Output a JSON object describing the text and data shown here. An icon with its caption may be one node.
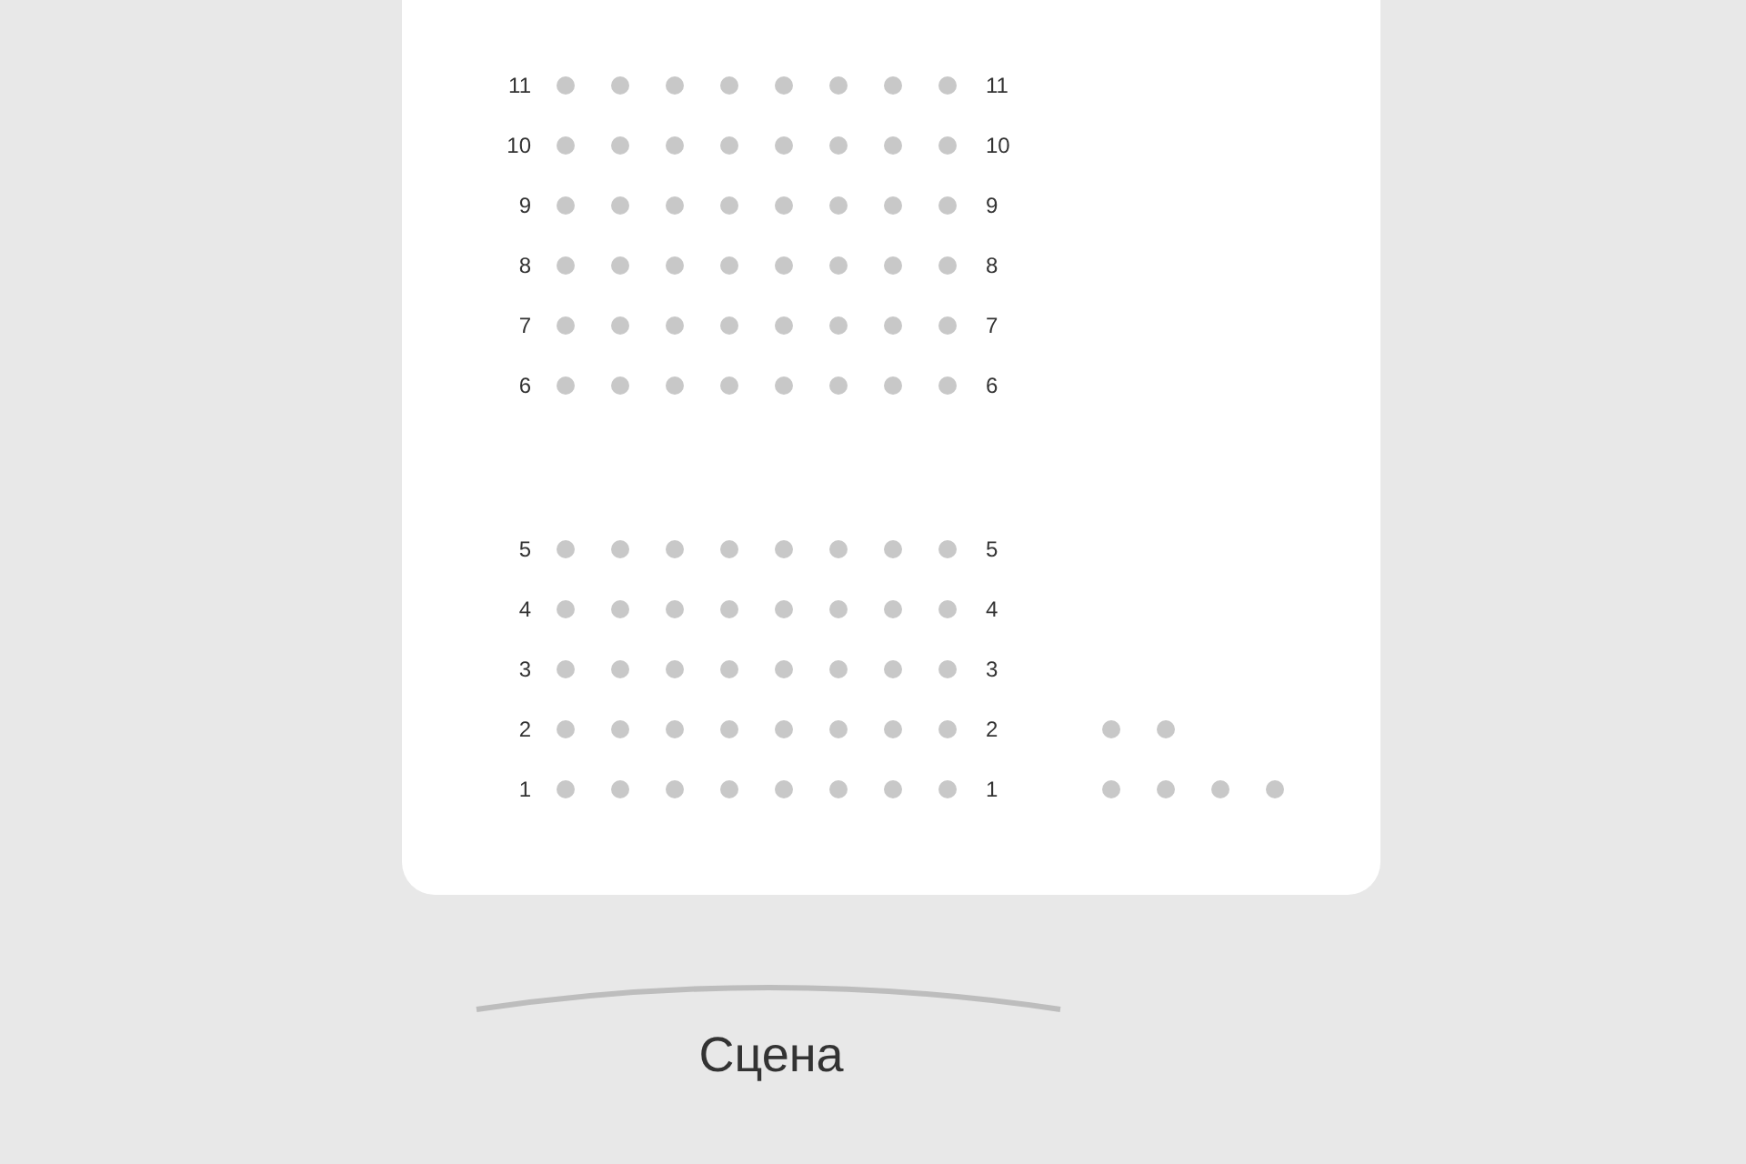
{
  "diagram": {
    "labels": [
      "11",
      "11",
      "10",
      "10",
      "9",
      "9",
      "8",
      "8",
      "7",
      "7",
      "6",
      "6",
      "5",
      "5",
      "4",
      "4",
      "3",
      "3",
      "2",
      "2",
      "1",
      "1",
      "Сцена"
    ]
  }
}
